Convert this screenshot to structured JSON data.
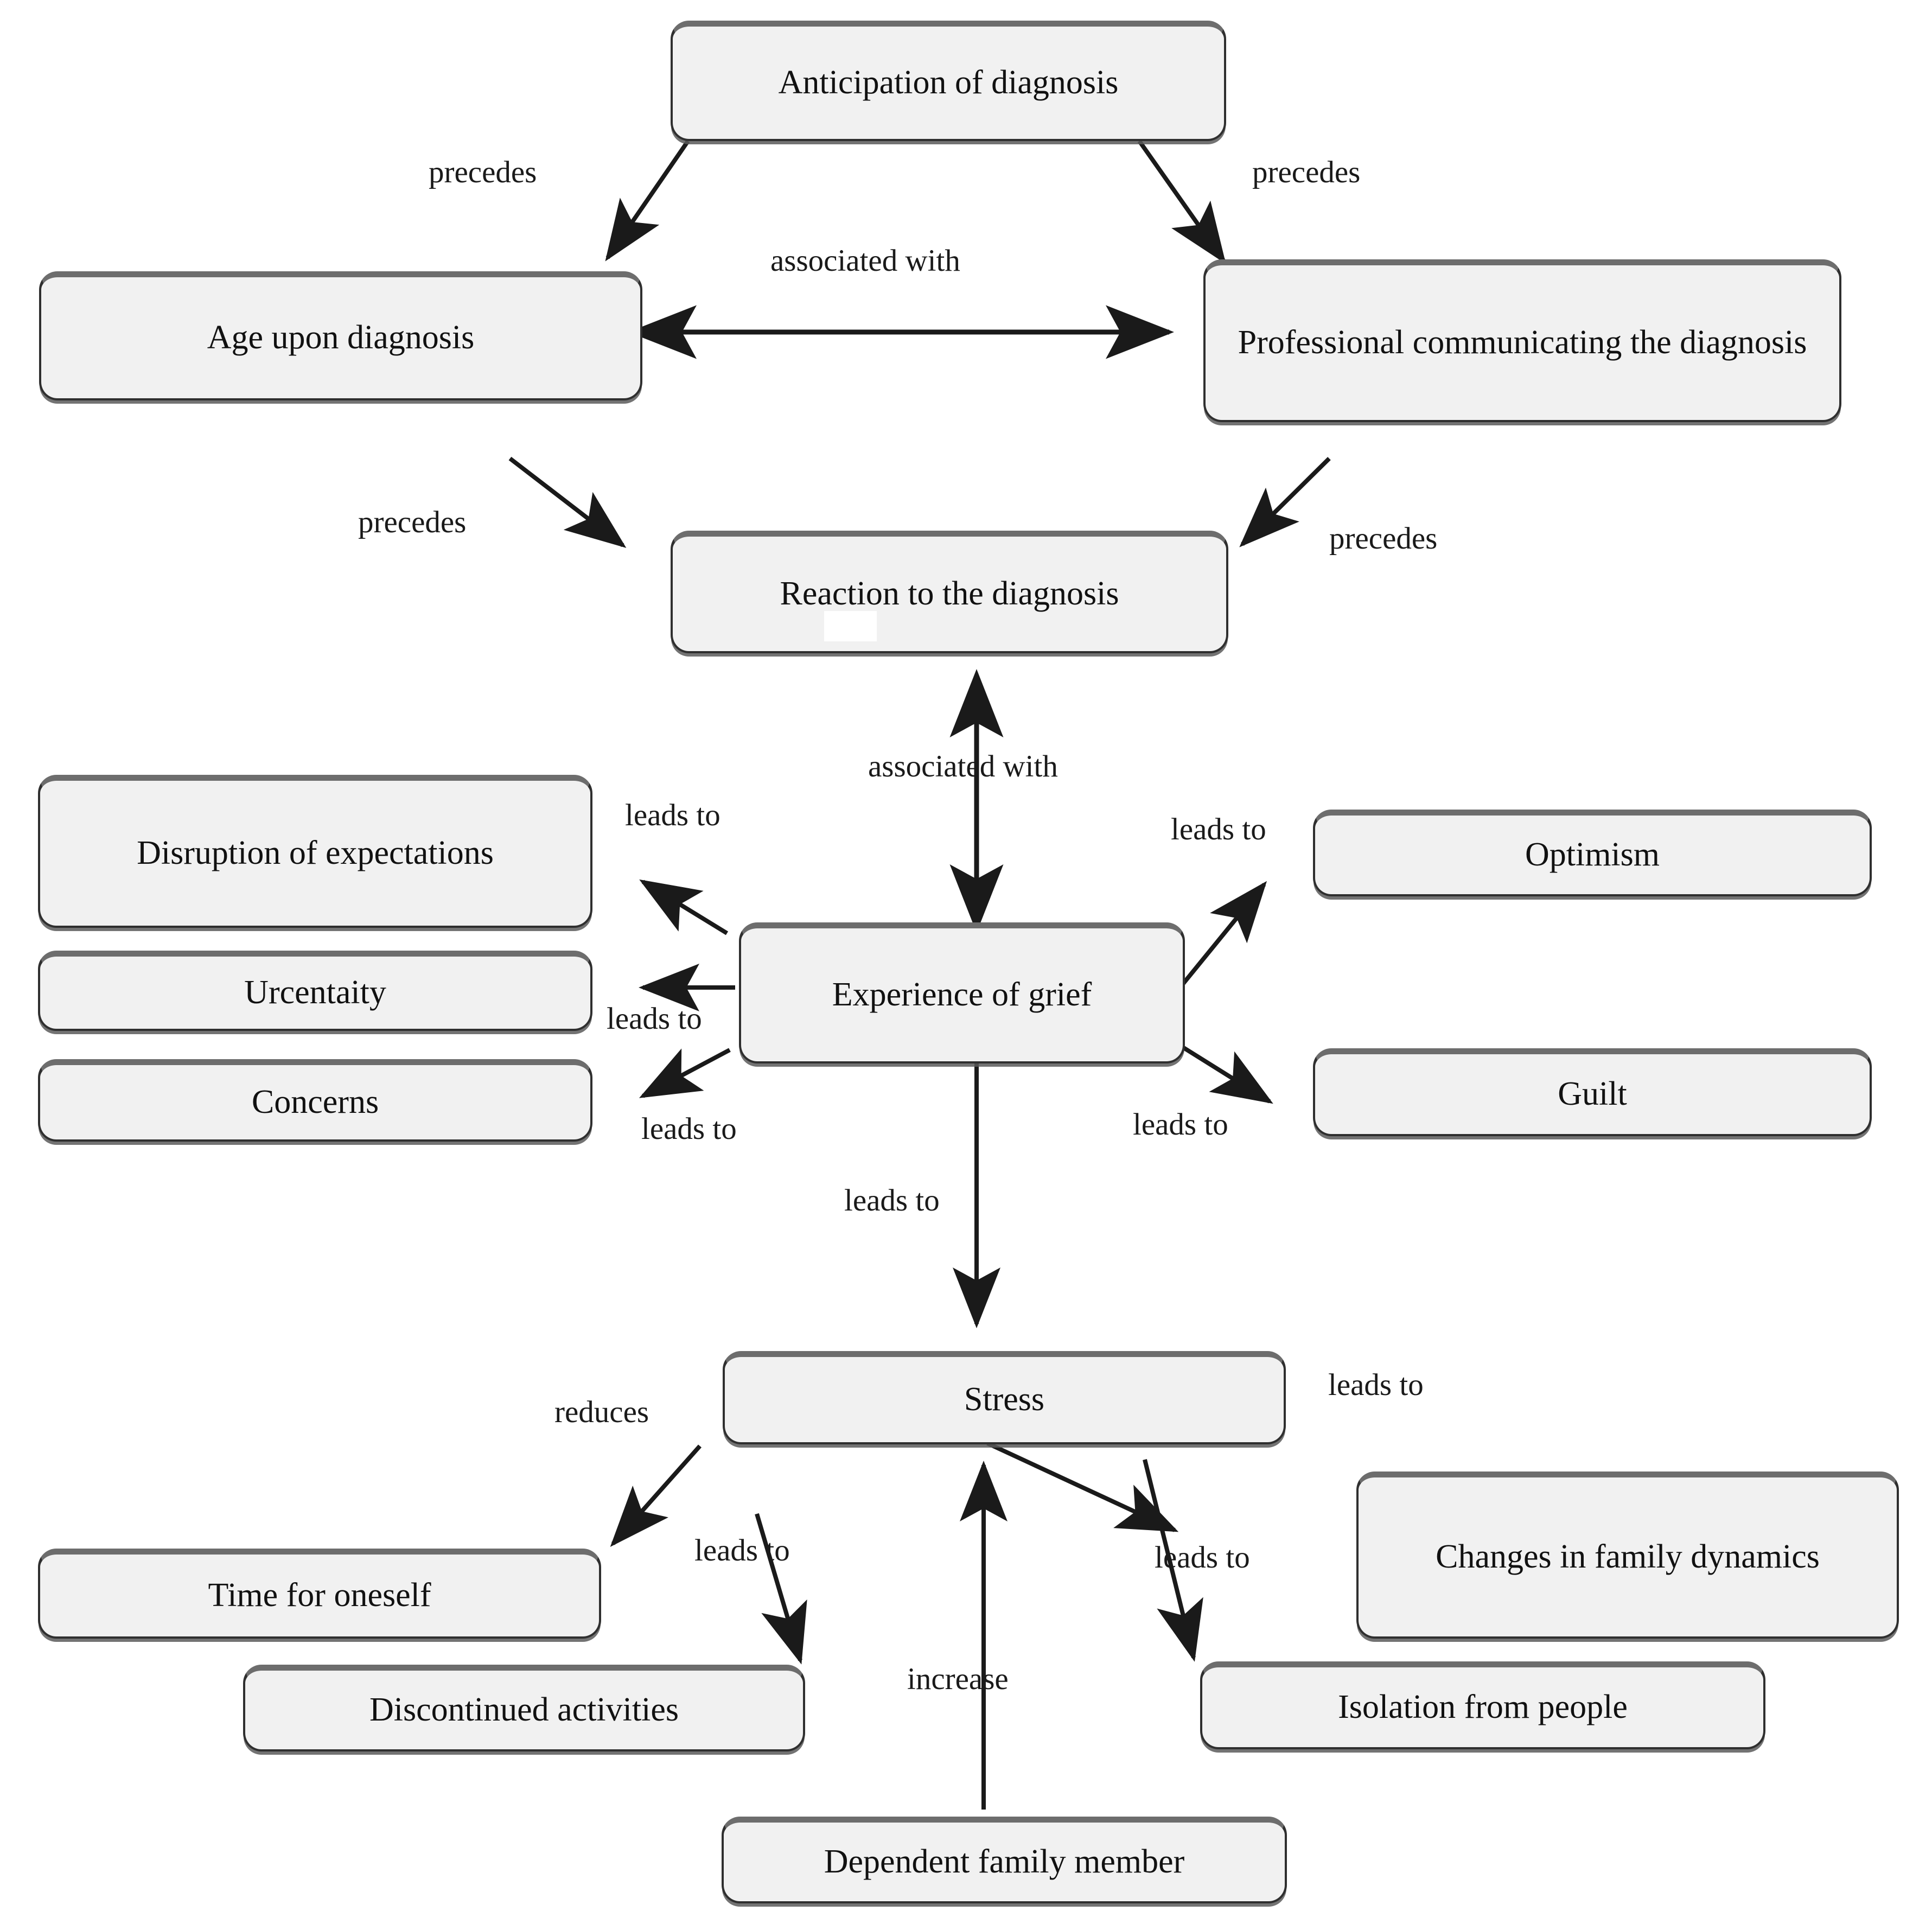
{
  "diagram": {
    "title": "Diagnosis, grief and stress concept map",
    "style": {
      "node_fill": "#f1f1f1",
      "node_border": "#2f2f2f",
      "node_top_border": "#6d6d6d",
      "edge_color": "#1a1a1a",
      "text_color": "#111111",
      "background": "#ffffff"
    },
    "nodes": [
      {
        "id": "anticipation",
        "label": "Anticipation of diagnosis"
      },
      {
        "id": "age",
        "label": "Age upon diagnosis"
      },
      {
        "id": "professional",
        "label": "Professional communicating the diagnosis"
      },
      {
        "id": "reaction",
        "label": "Reaction to the diagnosis"
      },
      {
        "id": "disruption",
        "label": "Disruption of expectations"
      },
      {
        "id": "uncertainty",
        "label": "Urcentaity"
      },
      {
        "id": "concerns",
        "label": "Concerns"
      },
      {
        "id": "grief",
        "label": "Experience of grief"
      },
      {
        "id": "optimism",
        "label": "Optimism"
      },
      {
        "id": "guilt",
        "label": "Guilt"
      },
      {
        "id": "stress",
        "label": "Stress"
      },
      {
        "id": "time",
        "label": "Time for oneself"
      },
      {
        "id": "discontinued",
        "label": "Discontinued activities"
      },
      {
        "id": "changes",
        "label": "Changes in family dynamics"
      },
      {
        "id": "isolation",
        "label": "Isolation from people"
      },
      {
        "id": "dependent",
        "label": "Dependent family member"
      }
    ],
    "edges": [
      {
        "from": "anticipation",
        "to": "age",
        "label": "precedes"
      },
      {
        "from": "anticipation",
        "to": "professional",
        "label": "precedes"
      },
      {
        "from": "age",
        "to": "professional",
        "label": "associated with",
        "bidirectional": true
      },
      {
        "from": "age",
        "to": "reaction",
        "label": "precedes"
      },
      {
        "from": "professional",
        "to": "reaction",
        "label": "precedes"
      },
      {
        "from": "reaction",
        "to": "grief",
        "label": "associated with",
        "bidirectional": true
      },
      {
        "from": "grief",
        "to": "disruption",
        "label": "leads to"
      },
      {
        "from": "grief",
        "to": "uncertainty",
        "label": "leads to"
      },
      {
        "from": "grief",
        "to": "concerns",
        "label": "leads to"
      },
      {
        "from": "grief",
        "to": "optimism",
        "label": "leads to"
      },
      {
        "from": "grief",
        "to": "guilt",
        "label": "leads to"
      },
      {
        "from": "grief",
        "to": "stress",
        "label": "leads to"
      },
      {
        "from": "stress",
        "to": "time",
        "label": "reduces"
      },
      {
        "from": "stress",
        "to": "discontinued",
        "label": "leads to"
      },
      {
        "from": "stress",
        "to": "changes",
        "label": "leads to"
      },
      {
        "from": "stress",
        "to": "isolation",
        "label": "leads to"
      },
      {
        "from": "dependent",
        "to": "stress",
        "label": "increase"
      }
    ],
    "edge_labels": {
      "precedes_top_left": "precedes",
      "precedes_top_right": "precedes",
      "associated_with_top": "associated with",
      "precedes_mid_left": "precedes",
      "precedes_mid_right": "precedes",
      "associated_with_mid": "associated with",
      "leads_to_disruption": "leads to",
      "leads_to_uncertainty": "leads to",
      "leads_to_concerns": "leads to",
      "leads_to_optimism": "leads to",
      "leads_to_guilt": "leads to",
      "leads_to_stress": "leads to",
      "reduces_time": "reduces",
      "leads_to_discontinued": "leads to",
      "leads_to_changes": "leads to",
      "leads_to_isolation": "leads to",
      "increase_stress": "increase"
    }
  }
}
